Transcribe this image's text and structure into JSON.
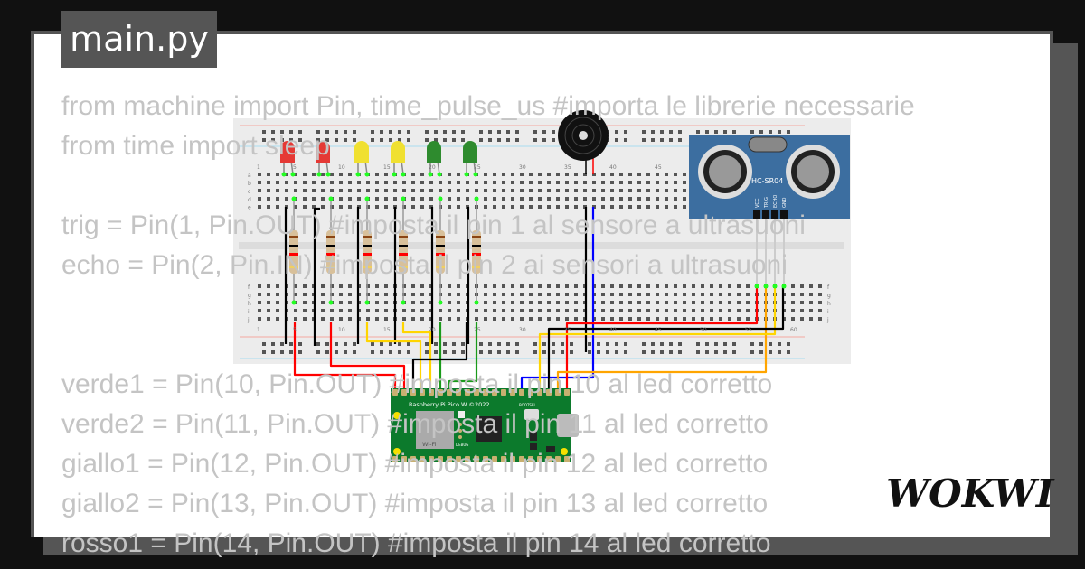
{
  "editor": {
    "file_tab": "main.py",
    "code_lines": [
      "from machine import Pin, time_pulse_us #importa le librerie necessarie",
      "from time import sleep",
      "",
      "trig = Pin(1, Pin.OUT) #imposta il pin 1 al sensore a ultrasuoni",
      "echo = Pin(2, Pin.IN) #imposta il pin 2 ai sensori a ultrasuoni",
      "",
      "",
      "verde1 = Pin(10, Pin.OUT) #imposta il pin 10 al led corretto",
      "verde2 = Pin(11, Pin.OUT) #imposta il pin 11 al led corretto",
      "giallo1 = Pin(12, Pin.OUT) #imposta il pin 12 al led corretto",
      "giallo2 = Pin(13, Pin.OUT) #imposta il pin 13 al led corretto",
      "rosso1 = Pin(14, Pin.OUT) #imposta il pin 14 al led corretto"
    ]
  },
  "circuit": {
    "breadboard_top_numbers": [
      "1",
      "5",
      "10",
      "15",
      "20",
      "25",
      "30",
      "35",
      "40",
      "45"
    ],
    "breadboard_bottom_numbers": [
      "1",
      "5",
      "10",
      "15",
      "20",
      "25",
      "30",
      "35",
      "40",
      "45",
      "50",
      "55",
      "60"
    ],
    "row_letters_top": [
      "a",
      "b",
      "c",
      "d",
      "e"
    ],
    "row_letters_bottom": [
      "f",
      "g",
      "h",
      "i",
      "j"
    ],
    "pico_label": "Raspberry Pi Pico W ©2022",
    "pico_wifi": "Wi-Fi",
    "pico_bootsel": "BOOTSEL",
    "pico_debug": "DEBUG",
    "sensor_label": "HC-SR04",
    "sensor_pins": [
      "VCC",
      "TRIG",
      "ECHO",
      "GND"
    ],
    "led_colors": [
      "#e53935",
      "#e53935",
      "#f0e030",
      "#f0e030",
      "#2e8b2e",
      "#2e8b2e"
    ],
    "wire_colors": {
      "red": "#ff0000",
      "yellow": "#ffd500",
      "green": "#1a9a1a",
      "black": "#000000",
      "blue": "#0000ff",
      "orange": "#ffa500"
    }
  },
  "brand": {
    "logo": "WOKWI"
  }
}
